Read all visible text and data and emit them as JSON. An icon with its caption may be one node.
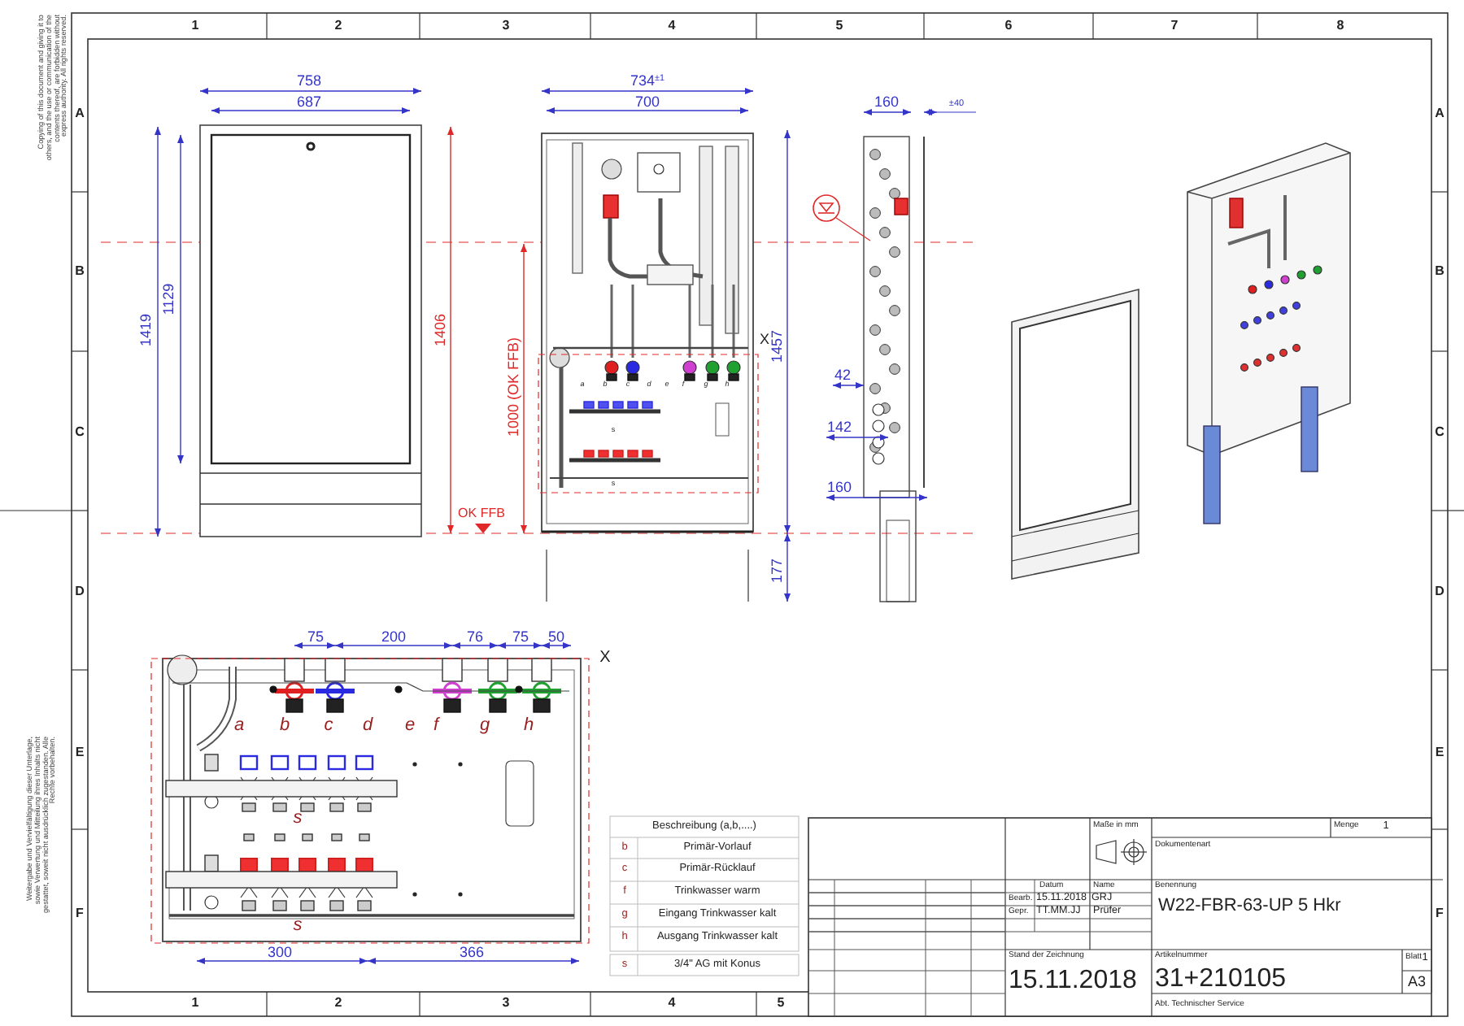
{
  "diagram": {
    "labels": [
      "1",
      "2",
      "3",
      "4",
      "5",
      "6",
      "7",
      "8",
      "Copying of this document and giving it to others, and the use or communication of the contents thereof, are forbidden without express authority. All rights reserved.",
      "A",
      "B",
      "C",
      "D",
      "E",
      "F",
      "A",
      "B",
      "C",
      "D",
      "E",
      "F",
      "758",
      "687",
      "1419",
      "1129",
      "1406",
      "OK FFB",
      "734$^{±1}$",
      "700",
      "1000 (OK FFB)",
      "X",
      "1457",
      "177",
      "a",
      "b",
      "c",
      "d",
      "e",
      "f",
      "g",
      "h",
      "s",
      "s",
      "160",
      "±40",
      "42",
      "142",
      "160",
      "75",
      "200",
      "76",
      "75",
      "50",
      "X",
      "a",
      "b",
      "c",
      "d",
      "e",
      "f",
      "g",
      "h",
      "s",
      "s",
      "300",
      "366",
      "Beschreibung (a,b,....)",
      "b",
      "Primär-Vorlauf",
      "c",
      "Primär-Rücklauf",
      "f",
      "Trinkwasser warm",
      "g",
      "Eingang Trinkwasser kalt",
      "h",
      "Ausgang Trinkwasser kalt",
      "s",
      "3/4\" AG mit Konus",
      "Maße in mm",
      "Menge",
      "1",
      "Dokumentenart",
      "Datum",
      "Name",
      "Bearb.",
      "15.11.2018",
      "GRJ",
      "Gepr.",
      "TT.MM.JJ",
      "Prüfer",
      "Benennung",
      "W22-FBR-63-UP 5 Hkr",
      "Stand der Zeichnung",
      "15.11.2018",
      "Artikelnummer",
      "31+210105",
      "Blatt",
      "1",
      "A3",
      "Abt. Technischer Service",
      "1",
      "2",
      "3",
      "4",
      "5",
      "Weitergabe und Vervielfältigung dieser Unterlage, sowie Verwertung und Mitteilung ihres Inhalts nicht gestattet, soweit nicht ausdrücklich zugestanden. Alle Rechte vorbehalten."
    ]
  }
}
